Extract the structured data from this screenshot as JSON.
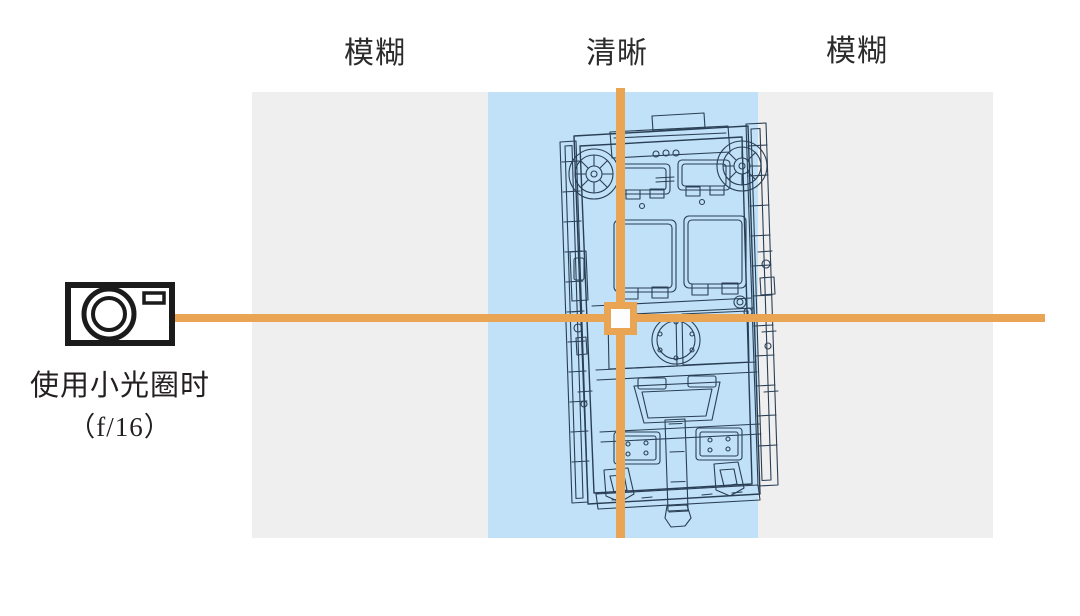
{
  "zones": {
    "blur_left_label": "模糊",
    "sharp_label": "清晰",
    "blur_right_label": "模糊"
  },
  "camera": {
    "icon": "camera-icon",
    "caption_line1": "使用小光圈时",
    "caption_line2": "（f/16）"
  },
  "optics": {
    "horizontal_axis_name": "optical-axis",
    "vertical_axis_name": "focal-plane",
    "focus_marker_name": "focus-point"
  },
  "subject": {
    "name": "armored-vehicle-technical-drawing",
    "description": "top-down line drawing of a tracked armored vehicle"
  },
  "colors": {
    "accent_orange": "#e9a553",
    "sharp_band": "#c0e1f7",
    "blur_band": "#efefef",
    "ink": "#231f20",
    "drawing_stroke": "#2a3f55"
  }
}
